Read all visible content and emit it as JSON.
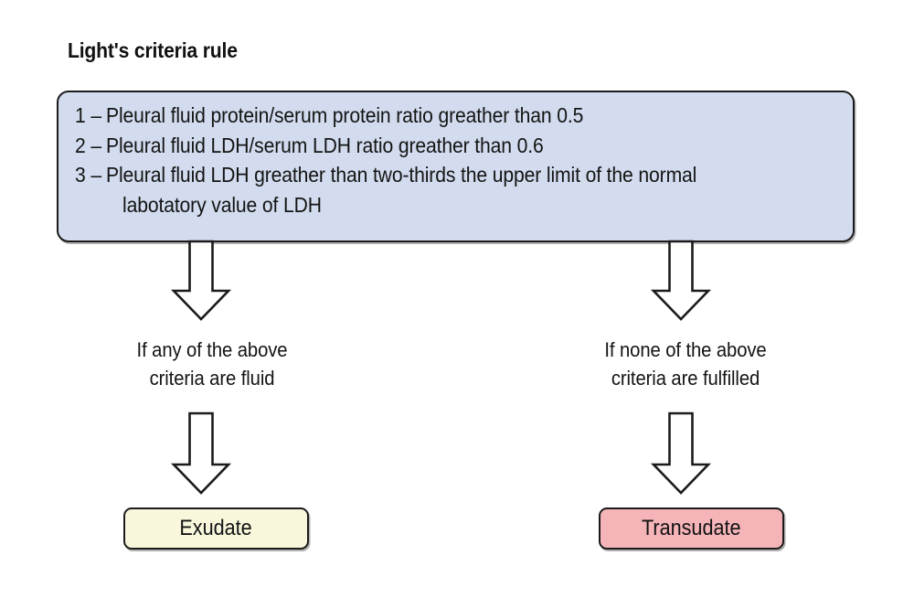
{
  "figure": {
    "title": "Light's criteria rule",
    "type": "flowchart"
  },
  "criteria_box": {
    "fill_color": "#d2dcee",
    "border_color": "#1b1b1b",
    "items": [
      {
        "number": "1 –",
        "text": "Pleural fluid protein/serum protein ratio greather than 0.5",
        "continuation": ""
      },
      {
        "number": "2 –",
        "text": "Pleural fluid LDH/serum LDH ratio greather than 0.6",
        "continuation": ""
      },
      {
        "number": "3 –",
        "text": "Pleural fluid LDH greather than two-thirds the upper limit of the normal",
        "continuation": "labotatory value of LDH"
      }
    ]
  },
  "branches": {
    "left": {
      "caption_line1": "If any of the above",
      "caption_line2": "criteria are fluid",
      "outcome_label": "Exudate",
      "outcome_fill": "#f8f7dc"
    },
    "right": {
      "caption_line1": "If none of the above",
      "caption_line2": "criteria are fulfilled",
      "outcome_label": "Transudate",
      "outcome_fill": "#f4b4b8"
    }
  },
  "arrows": {
    "icon": "down-block-arrow",
    "count": 4,
    "fill_color": "#ffffff",
    "stroke_color": "#1b1b1b"
  }
}
